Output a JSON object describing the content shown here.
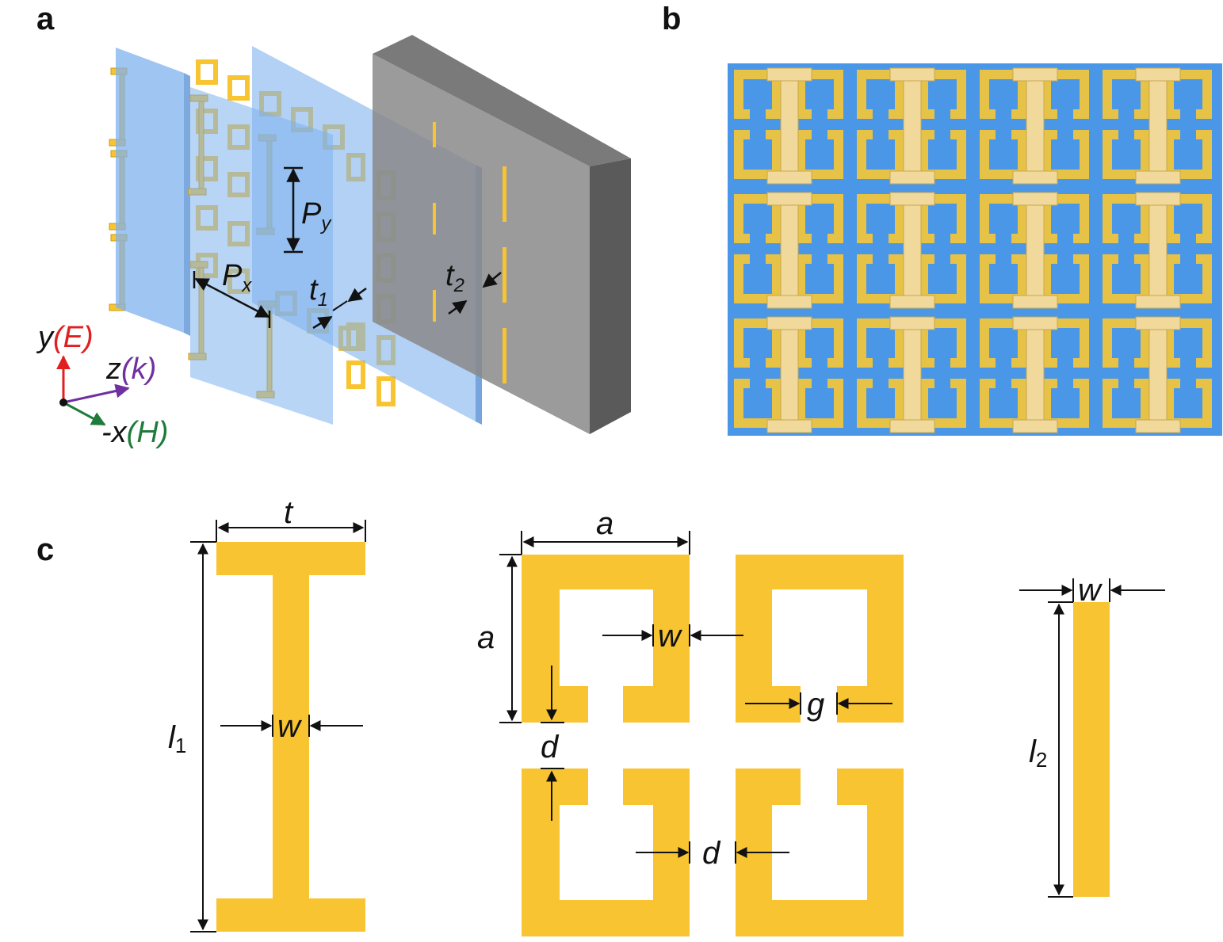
{
  "panels": {
    "a": "a",
    "b": "b",
    "c": "c"
  },
  "colors": {
    "gold": "#F9C431",
    "gold_dark": "#C99A14",
    "glass_blue": "#7FB2EE",
    "ground_gray": "#6E6E6E",
    "photo_blue": "#4A97E8",
    "photo_gold": "#E6C246",
    "photo_ibeam": "#F0D99A",
    "axis_red": "#E02020",
    "axis_purple": "#7030A0",
    "axis_green": "#1E7B3A"
  },
  "panel_a": {
    "py_label": "P",
    "py_sub": "y",
    "px_label": "P",
    "px_sub": "x",
    "t1_label": "t",
    "t1_sub": "1",
    "t2_label": "t",
    "t2_sub": "2",
    "axis_y": "y",
    "axis_y_field": "E",
    "axis_z": "z",
    "axis_z_field": "k",
    "axis_x": "-x",
    "axis_x_field": "H"
  },
  "panel_c": {
    "t": "t",
    "l1": "l",
    "l1_sub": "1",
    "w": "w",
    "a_top": "a",
    "a_side": "a",
    "g": "g",
    "d": "d",
    "l2": "l",
    "l2_sub": "2"
  },
  "icons": [
    "arrow-icon",
    "ibeam-shape",
    "split-ring-shape",
    "strip-shape"
  ]
}
